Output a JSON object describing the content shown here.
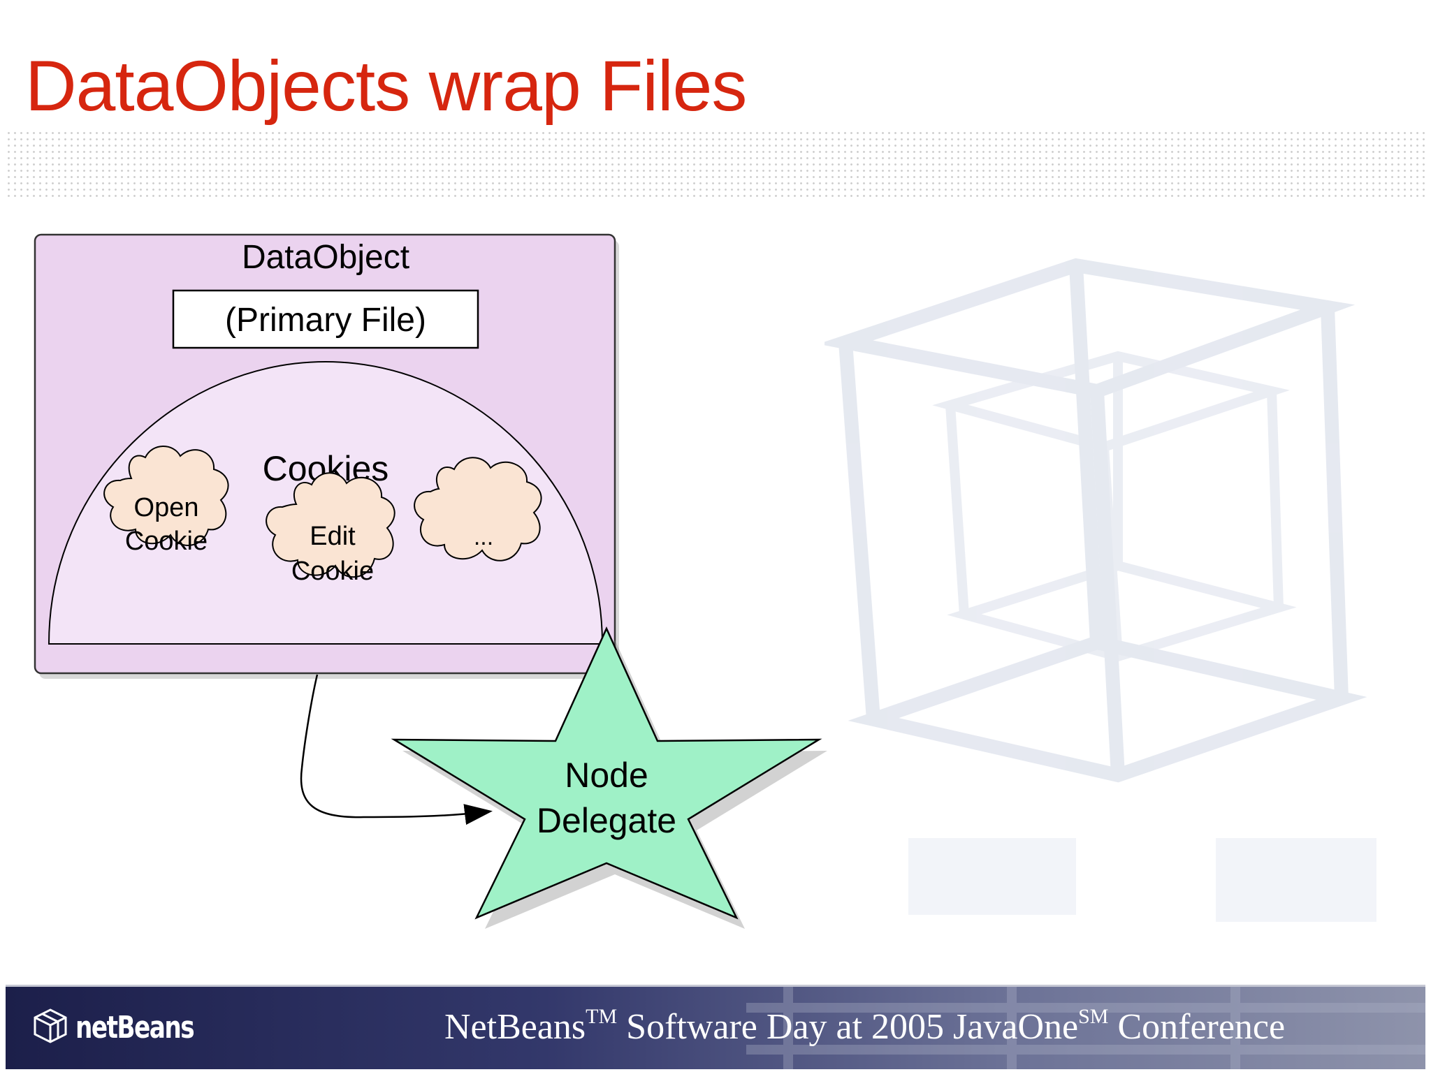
{
  "slide": {
    "title": "DataObjects wrap Files",
    "title_color": "#d6260f"
  },
  "diagram": {
    "data_object_label": "DataObject",
    "primary_file_label": "(Primary File)",
    "cookies_label": "Cookies",
    "cookies": [
      {
        "line1": "Open",
        "line2": "Cookie"
      },
      {
        "line1": "Edit",
        "line2": "Cookie"
      },
      {
        "line1": "..."
      }
    ],
    "node_delegate": {
      "line1": "Node",
      "line2": "Delegate"
    },
    "colors": {
      "data_object_fill": "#ebd3ef",
      "dome_fill": "#f3e4f7",
      "cookie_fill": "#fae4d3",
      "star_fill": "#9ff1c7"
    }
  },
  "footer": {
    "logo_text": "netBeans",
    "logo_icon": "netbeans-cube-icon",
    "text_netbeans": "NetBeans",
    "text_tm": "TM",
    "text_middle": " Software Day at 2005 JavaOne",
    "text_sm": "SM",
    "text_end": " Conference"
  }
}
